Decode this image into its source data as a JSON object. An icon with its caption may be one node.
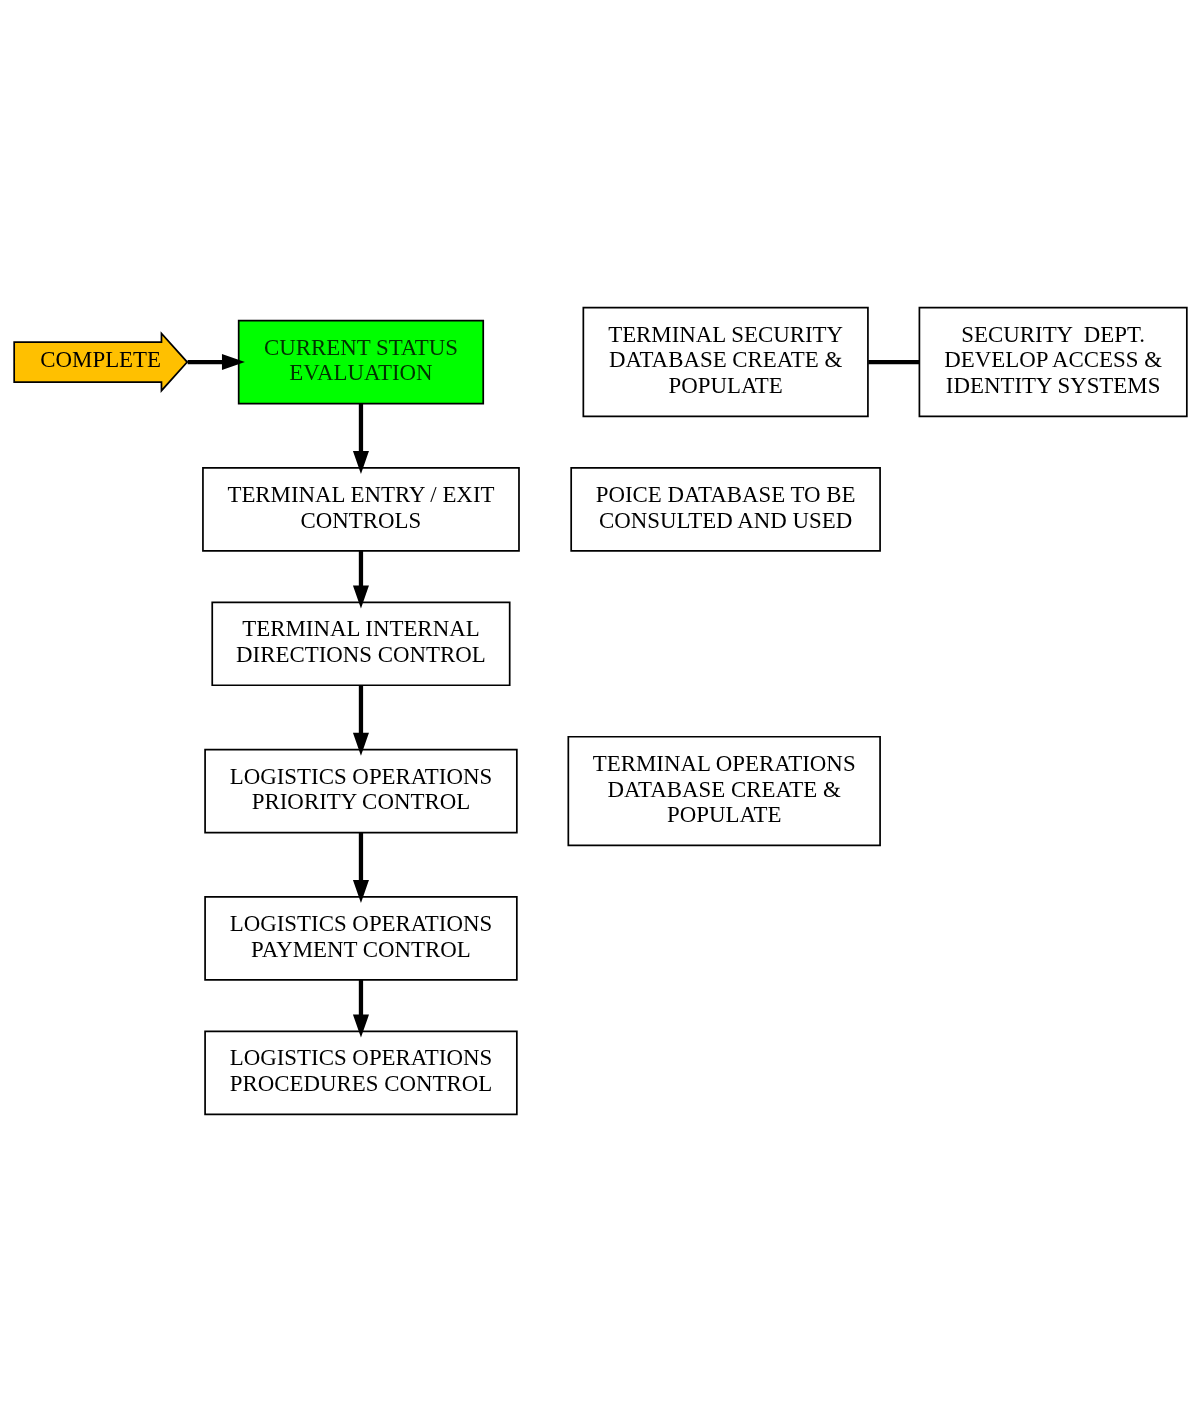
{
  "diagram": {
    "nodes": [
      {
        "text": [
          "COMPLETE"
        ]
      },
      {
        "text": [
          "CURRENT STATUS EVALUATION"
        ]
      },
      {
        "text": [
          "TERMINAL SECURITY DATABASE CREATE & POPULATE"
        ]
      },
      {
        "text": [
          "SECURITY  DEPT. DEVELOP ACCESS & IDENTITY SYSTEMS"
        ]
      },
      {
        "text": [
          "POICE DATABASE TO BE CONSULTED AND USED"
        ]
      },
      {
        "text": [
          "TERMINAL ENTRY / EXIT CONTROLS"
        ]
      },
      {
        "text": [
          "TERMINAL INTERNAL DIRECTIONS CONTROL"
        ]
      },
      {
        "text": [
          "LOGISTICS OPERATIONS PRIORITY CONTROL"
        ]
      },
      {
        "text": [
          "TERMINAL OPERATIONS DATABASE CREATE & POPULATE"
        ]
      },
      {
        "text": [
          "LOGISTICS OPERATIONS PAYMENT CONTROL"
        ]
      },
      {
        "text": [
          "LOGISTICS OPERATIONS PROCEDURES CONTROL"
        ]
      }
    ],
    "edges": [
      {
        "from": 0,
        "to": 1,
        "arrow": "to"
      },
      {
        "from": 1,
        "to": 5,
        "arrow": "to"
      },
      {
        "from": 2,
        "to": 3,
        "arrow": "none"
      },
      {
        "from": 5,
        "to": 6,
        "arrow": "to"
      },
      {
        "from": 6,
        "to": 7,
        "arrow": "to"
      },
      {
        "from": 7,
        "to": 9,
        "arrow": "to"
      },
      {
        "from": 9,
        "to": 10,
        "arrow": "to"
      }
    ]
  }
}
